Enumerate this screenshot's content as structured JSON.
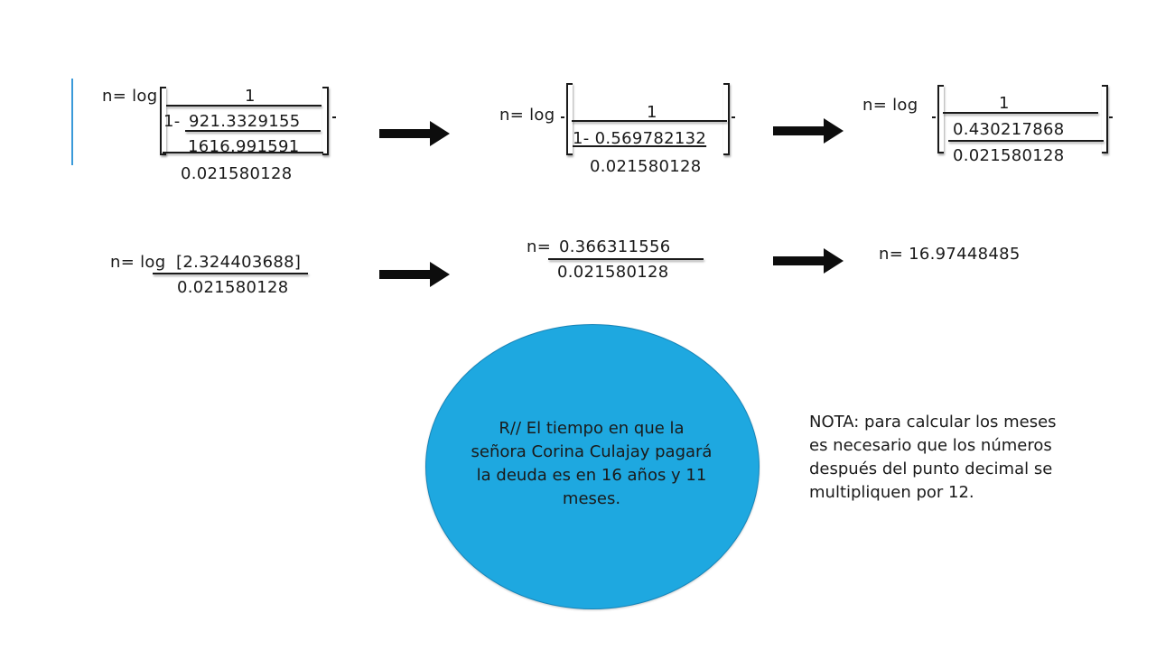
{
  "steps": {
    "s1": {
      "prefix": "n= log",
      "numerator": "1",
      "inner_prefix": "1- ",
      "inner_top": "921.3329155",
      "inner_bottom": "1616.991591",
      "denominator": "0.021580128"
    },
    "s2": {
      "prefix": "n= log",
      "numerator": "1",
      "inner": "1- 0.569782132",
      "denominator": "0.021580128"
    },
    "s3": {
      "prefix": "n= log",
      "numerator": "1",
      "inner": "0.430217868",
      "denominator": "0.021580128"
    },
    "s4": {
      "prefix": "n= log ",
      "value": "[2.324403688]",
      "denominator": "0.021580128"
    },
    "s5": {
      "prefix": "n= ",
      "numerator": "0.366311556",
      "denominator": "0.021580128"
    },
    "s6": {
      "result": "n= 16.97448485"
    }
  },
  "answer": {
    "text": "R// El tiempo en que la señora Corina Culajay pagará la deuda es en 16 años y 11 meses."
  },
  "note": {
    "text": "NOTA: para calcular los meses es necesario que los números después del punto decimal se multipliquen por 12."
  },
  "colors": {
    "accent_bar": "#3a9ad9",
    "circle_fill": "#1ea8e0",
    "text": "#1a1a1a"
  }
}
